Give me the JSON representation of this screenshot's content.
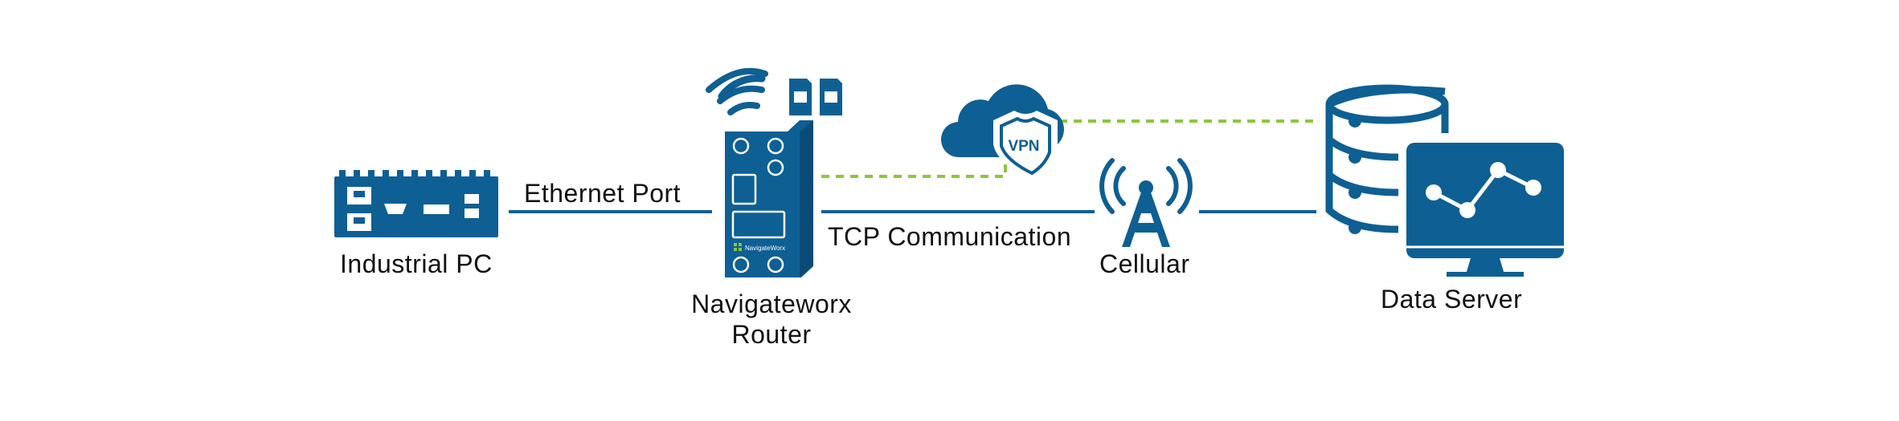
{
  "colors": {
    "device_blue": "#0e5f93",
    "link_line": "#0e5f93",
    "vpn_dashed": "#8cc63f",
    "label_text": "#111111",
    "background": "#ffffff"
  },
  "nodes": {
    "industrial_pc": {
      "label": "Industrial PC",
      "icon": "industrial-pc-icon"
    },
    "router": {
      "label_line1": "Navigateworx",
      "label_line2": "Router",
      "brand_mark": "NavigateWorx",
      "icon": "router-icon"
    },
    "vpn_cloud": {
      "badge": "VPN",
      "icon": "vpn-cloud-icon"
    },
    "cellular": {
      "label": "Cellular",
      "icon": "cell-tower-icon"
    },
    "data_server": {
      "label": "Data Server",
      "icon": "data-server-icon"
    }
  },
  "connections": {
    "ethernet": {
      "label": "Ethernet Port"
    },
    "tcp": {
      "label": "TCP Communication"
    }
  }
}
